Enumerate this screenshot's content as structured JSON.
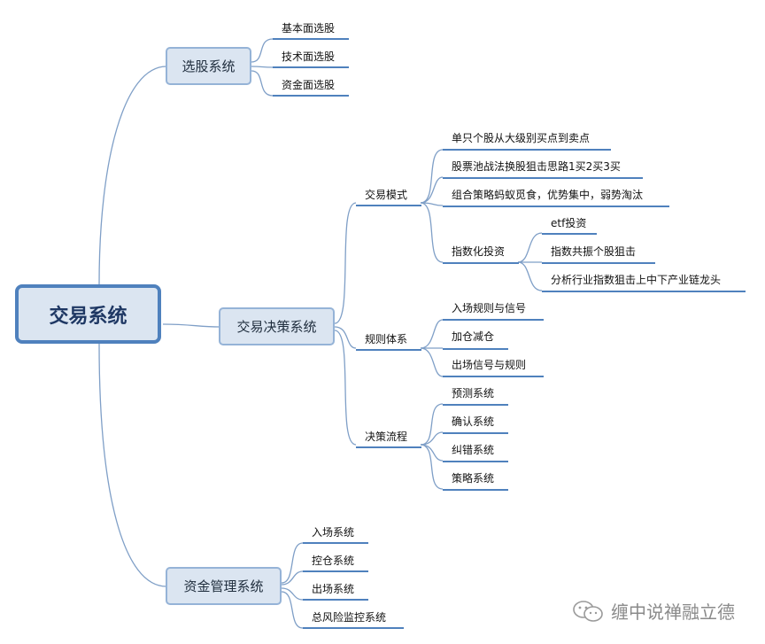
{
  "root": "交易系统",
  "stock_selection": {
    "label": "选股系统",
    "items": [
      "基本面选股",
      "技术面选股",
      "资金面选股"
    ]
  },
  "trading_decision": {
    "label": "交易决策系统",
    "trading_mode": {
      "label": "交易模式",
      "items": [
        "单只个股从大级别买点到卖点",
        "股票池战法换股狙击思路1买2买3买",
        "组合策略蚂蚁觅食，优势集中，弱势淘汰"
      ],
      "index_investing": {
        "label": "指数化投资",
        "items": [
          "etf投资",
          "指数共振个股狙击",
          "分析行业指数狙击上中下产业链龙头"
        ]
      }
    },
    "rule_system": {
      "label": "规则体系",
      "items": [
        "入场规则与信号",
        "加仓减仓",
        "出场信号与规则"
      ]
    },
    "decision_flow": {
      "label": "决策流程",
      "items": [
        "预测系统",
        "确认系统",
        "纠错系统",
        "策略系统"
      ]
    }
  },
  "money_management": {
    "label": "资金管理系统",
    "items": [
      "入场系统",
      "控仓系统",
      "出场系统",
      "总风险监控系统"
    ]
  },
  "watermark": "缠中说禅融立德",
  "colors": {
    "line": "#4f81bd",
    "curve": "#7f9fc7",
    "node_fill": "#dbe5f1",
    "node_border": "#95b3d7",
    "watermark": "#8a8a8a"
  }
}
